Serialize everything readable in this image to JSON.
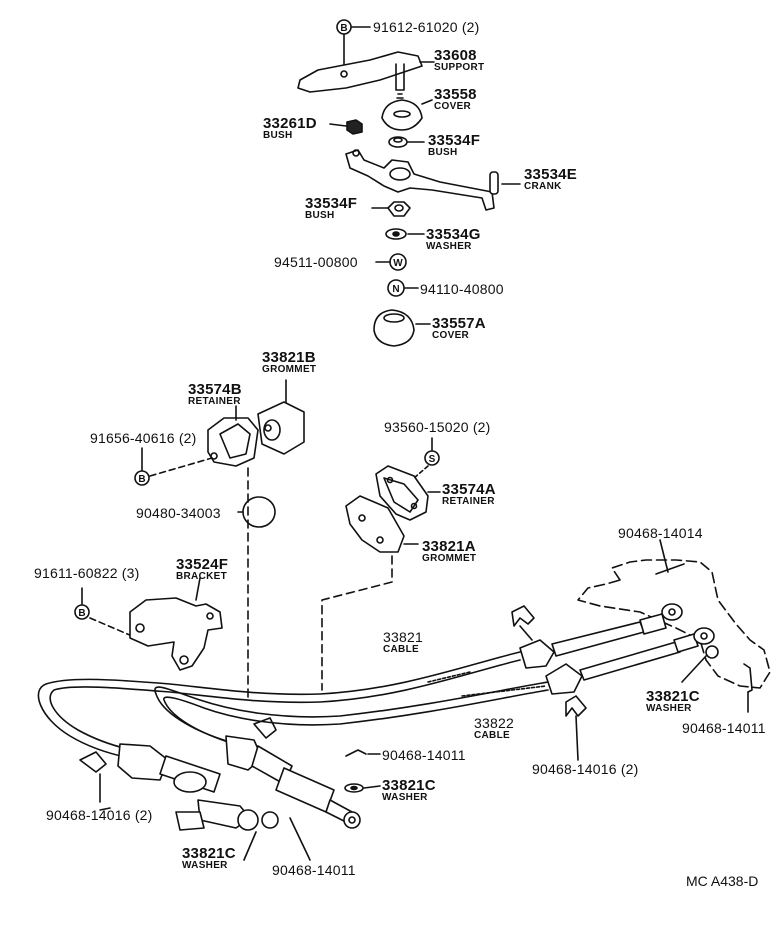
{
  "diagram": {
    "labels": [
      {
        "number": "91612-61020 (2)"
      },
      {
        "number": "33608",
        "name": "SUPPORT"
      },
      {
        "number": "33558",
        "name": "COVER"
      },
      {
        "number": "33261D",
        "name": "BUSH"
      },
      {
        "number": "33534F",
        "name": "BUSH"
      },
      {
        "number": "33534E",
        "name": "CRANK"
      },
      {
        "number": "33534F",
        "name": "BUSH"
      },
      {
        "number": "33534G",
        "name": "WASHER"
      },
      {
        "number": "94511-00800"
      },
      {
        "number": "94110-40800"
      },
      {
        "number": "33557A",
        "name": "COVER"
      },
      {
        "number": "33821B",
        "name": "GROMMET"
      },
      {
        "number": "33574B",
        "name": "RETAINER"
      },
      {
        "number": "91656-40616 (2)"
      },
      {
        "number": "93560-15020 (2)"
      },
      {
        "number": "33574A",
        "name": "RETAINER"
      },
      {
        "number": "90480-34003"
      },
      {
        "number": "33821A",
        "name": "GROMMET"
      },
      {
        "number": "90468-14014"
      },
      {
        "number": "91611-60822 (3)"
      },
      {
        "number": "33524F",
        "name": "BRACKET"
      },
      {
        "number": "33821",
        "name": "CABLE"
      },
      {
        "number": "33822",
        "name": "CABLE"
      },
      {
        "number": "33821C",
        "name": "WASHER"
      },
      {
        "number": "90468-14011"
      },
      {
        "number": "90468-14011"
      },
      {
        "number": "33821C",
        "name": "WASHER"
      },
      {
        "number": "90468-14016 (2)"
      },
      {
        "number": "90468-14016 (2)"
      },
      {
        "number": "33821C",
        "name": "WASHER"
      },
      {
        "number": "90468-14011"
      }
    ],
    "symbols": {
      "bolt_letter": "B",
      "washer_letter": "W",
      "nut_letter": "N",
      "screw_letter": "S"
    },
    "figure_code": "MC A438-D"
  }
}
